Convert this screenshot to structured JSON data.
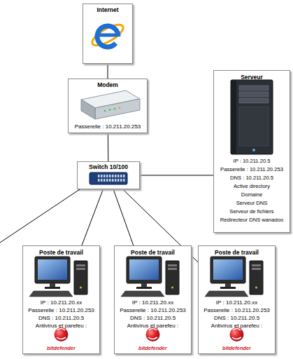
{
  "diagram": {
    "nodes": [
      {
        "text": [
          "Internet"
        ]
      },
      {
        "text": [
          "Modem",
          "Passerelle : 10.211.20.253"
        ]
      },
      {
        "text": [
          "Serveur",
          "IP : 10.211.20.5",
          "Passerelle : 10.211.20.253",
          "DNS : 10.211.20.5",
          "Active directory",
          "Domaine",
          "Serveur DNS",
          "Serveur de fichiers",
          "Redirecteur DNS wanadoo"
        ]
      },
      {
        "text": [
          "Switch 10/100"
        ]
      },
      {
        "text": [
          "Poste de travail",
          "IP : 10.211.20.xx",
          "Passerelle : 10.211.20.253",
          "DNS : 10.211.20.5",
          "Antivirus et parefeu :",
          "bitdefender"
        ]
      },
      {
        "text": [
          "Poste de travail",
          "IP : 10.211.20.xx",
          "Passerelle : 10.211.20.253",
          "DNS : 10.211.20.5",
          "Antivirus et parefeu :",
          "bitdefender"
        ]
      },
      {
        "text": [
          "Poste de travail",
          "IP : 10.211.20.xx",
          "Passerelle : 10.211.20.253",
          "DNS : 10.211.20.5",
          "Antivirus et parefeu :",
          "bitdefender"
        ]
      }
    ],
    "edges": [
      {
        "from": 0,
        "to": 1,
        "arrow": "none"
      },
      {
        "from": 1,
        "to": 3,
        "arrow": "none"
      },
      {
        "from": 3,
        "to": 2,
        "arrow": "none"
      },
      {
        "from": 3,
        "to": 4,
        "arrow": "none"
      },
      {
        "from": 3,
        "to": 5,
        "arrow": "none"
      },
      {
        "from": 3,
        "to": 6,
        "arrow": "none"
      }
    ]
  }
}
